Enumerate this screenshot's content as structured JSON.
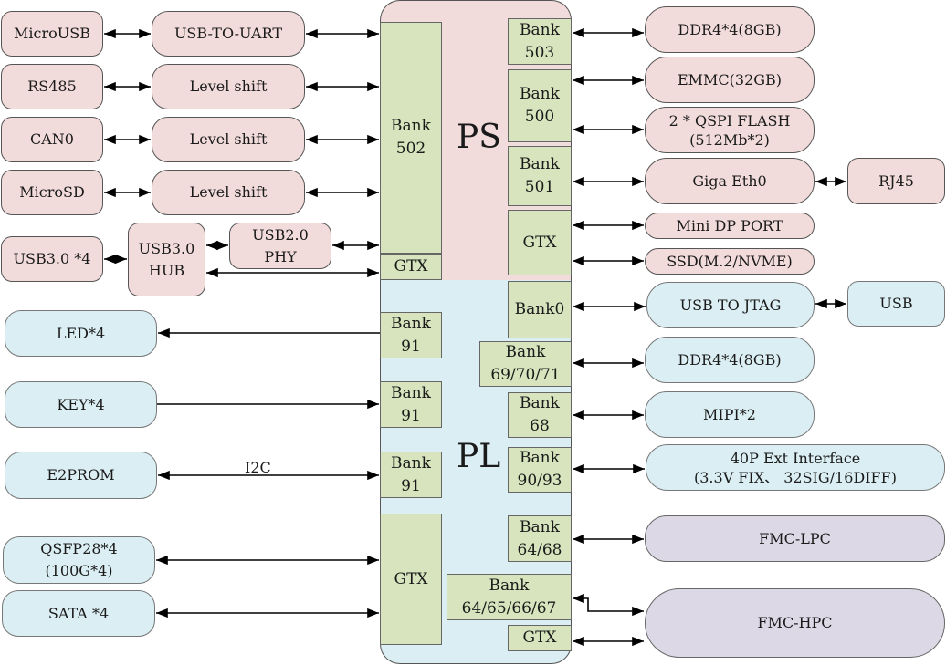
{
  "chip": {
    "ps_label": "PS",
    "pl_label": "PL",
    "ps_banks": [
      {
        "id": "bank502",
        "label": "Bank\n502"
      },
      {
        "id": "gtx-ps-left",
        "label": "GTX"
      },
      {
        "id": "bank503",
        "label": "Bank\n503"
      },
      {
        "id": "bank500",
        "label": "Bank\n500"
      },
      {
        "id": "bank501",
        "label": "Bank\n501"
      },
      {
        "id": "gtx-ps-right",
        "label": "GTX"
      }
    ],
    "pl_banks": [
      {
        "id": "bank91-a",
        "label": "Bank\n91"
      },
      {
        "id": "bank91-b",
        "label": "Bank\n91"
      },
      {
        "id": "bank91-c",
        "label": "Bank\n91"
      },
      {
        "id": "gtx-pl-left",
        "label": "GTX"
      },
      {
        "id": "bank0",
        "label": "Bank0"
      },
      {
        "id": "bank69-70-71",
        "label": "Bank\n69/70/71"
      },
      {
        "id": "bank68",
        "label": "Bank\n68"
      },
      {
        "id": "bank90-93",
        "label": "Bank\n90/93"
      },
      {
        "id": "bank64-68",
        "label": "Bank\n64/68"
      },
      {
        "id": "bank64-65-66-67",
        "label": "Bank\n64/65/66/67"
      },
      {
        "id": "gtx-pl-right",
        "label": "GTX"
      }
    ]
  },
  "left_ps": [
    {
      "id": "microusb",
      "label": "MicroUSB"
    },
    {
      "id": "usb-to-uart",
      "label": "USB-TO-UART"
    },
    {
      "id": "rs485",
      "label": "RS485"
    },
    {
      "id": "level-shift-1",
      "label": "Level shift"
    },
    {
      "id": "can0",
      "label": "CAN0"
    },
    {
      "id": "level-shift-2",
      "label": "Level shift"
    },
    {
      "id": "microsd",
      "label": "MicroSD"
    },
    {
      "id": "level-shift-3",
      "label": "Level shift"
    },
    {
      "id": "usb3-x4",
      "label": "USB3.0 *4"
    },
    {
      "id": "usb3-hub",
      "label": "USB3.0\nHUB"
    },
    {
      "id": "usb2-phy",
      "label": "USB2.0\nPHY"
    }
  ],
  "left_pl": [
    {
      "id": "led",
      "label": "LED*4"
    },
    {
      "id": "key",
      "label": "KEY*4"
    },
    {
      "id": "e2prom",
      "label": "E2PROM"
    },
    {
      "id": "qsfp28",
      "label": "QSFP28*4\n(100G*4)"
    },
    {
      "id": "sata",
      "label": "SATA *4"
    }
  ],
  "right_ps": [
    {
      "id": "ddr4-ps",
      "label": "DDR4*4(8GB)"
    },
    {
      "id": "emmc",
      "label": "EMMC(32GB)"
    },
    {
      "id": "qspi",
      "label": "2 * QSPI FLASH\n(512Mb*2)"
    },
    {
      "id": "giga-eth0",
      "label": "Giga Eth0"
    },
    {
      "id": "rj45",
      "label": "RJ45"
    },
    {
      "id": "mini-dp",
      "label": "Mini DP PORT"
    },
    {
      "id": "ssd",
      "label": "SSD(M.2/NVME)"
    }
  ],
  "right_pl": [
    {
      "id": "usb-to-jtag",
      "label": "USB TO JTAG"
    },
    {
      "id": "usb",
      "label": "USB"
    },
    {
      "id": "ddr4-pl",
      "label": "DDR4*4(8GB)"
    },
    {
      "id": "mipi",
      "label": "MIPI*2"
    },
    {
      "id": "ext40p",
      "label": "40P Ext Interface\n(3.3V FIX、 32SIG/16DIFF)"
    },
    {
      "id": "fmc-lpc",
      "label": "FMC-LPC"
    },
    {
      "id": "fmc-hpc",
      "label": "FMC-HPC"
    }
  ],
  "wire_labels": {
    "i2c": "I2C"
  },
  "colors": {
    "ps_fill": "#f2dcdb",
    "pl_fill": "#daeef3",
    "bank_fill": "#d7e4bd",
    "fmc_fill": "#dcd8e6",
    "line": "#000000"
  }
}
